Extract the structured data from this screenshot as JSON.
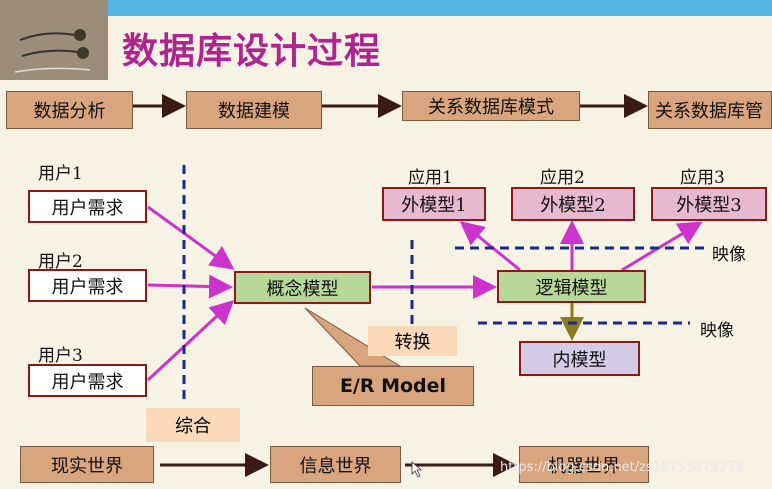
{
  "title": "数据库设计过程",
  "stages": [
    "数据分析",
    "数据建模",
    "关系数据库模式",
    "关系数据库管"
  ],
  "users": [
    {
      "label": "用户1",
      "box": "用户需求"
    },
    {
      "label": "用户2",
      "box": "用户需求"
    },
    {
      "label": "用户3",
      "box": "用户需求"
    }
  ],
  "concept_model": "概念模型",
  "logic_model": "逻辑模型",
  "inner_model": "内模型",
  "apps": [
    {
      "label": "应用1",
      "box": "外模型1"
    },
    {
      "label": "应用2",
      "box": "外模型2"
    },
    {
      "label": "应用3",
      "box": "外模型3"
    }
  ],
  "mapping_labels": [
    "映像",
    "映像"
  ],
  "synthesize": "综合",
  "convert": "转换",
  "er_callout": "E/R Model",
  "worlds": [
    "现实世界",
    "信息世界",
    "机器世界"
  ],
  "watermark": "https://blog.csdn.net/zs18753479279",
  "colors": {
    "title": "#b0248f",
    "arrow_magenta": "#cc33cc",
    "dashed_blue": "#1a2a8a",
    "stage_fill": "#d9a57e",
    "green_fill": "#b8d89a",
    "pink_fill": "#e6b9cf",
    "inner_fill": "#d4cce6"
  }
}
